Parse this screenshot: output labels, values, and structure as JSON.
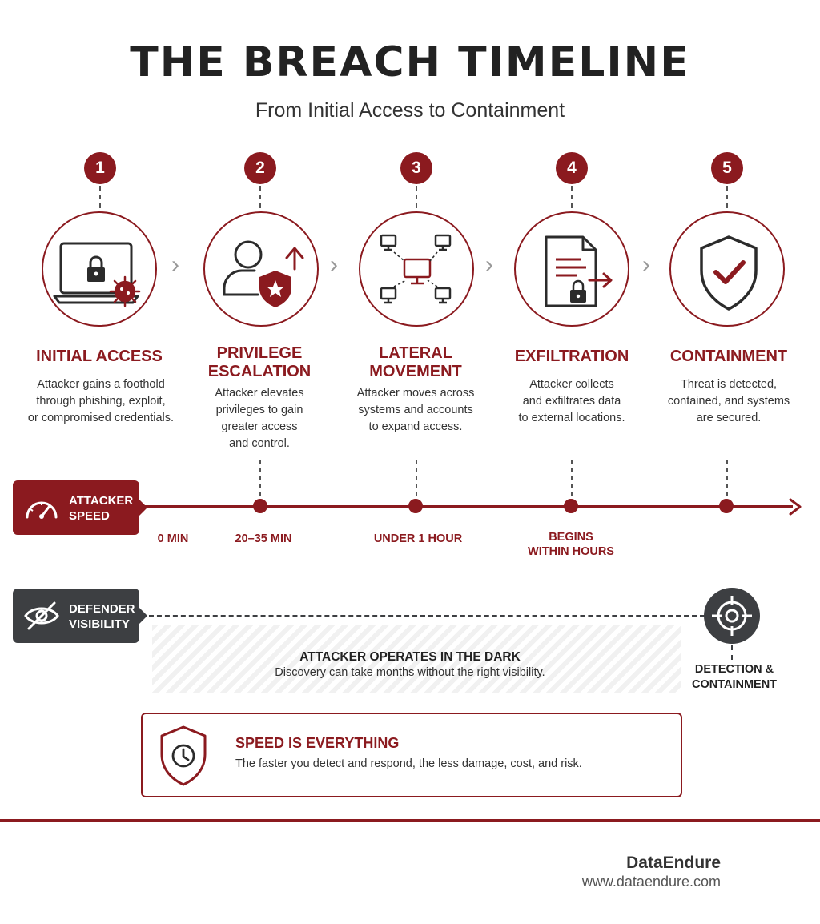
{
  "header": {
    "title": "THE BREACH TIMELINE",
    "subtitle": "From Initial Access to Containment"
  },
  "steps": [
    {
      "number": "1",
      "title": "INITIAL ACCESS",
      "desc": [
        "Attacker gains a foothold",
        "through phishing, exploit,",
        "or compromised credentials."
      ],
      "icon": "laptop-lock-virus-icon"
    },
    {
      "number": "2",
      "title": [
        "PRIVILEGE",
        "ESCALATION"
      ],
      "desc": [
        "Attacker elevates",
        "privileges to gain",
        "greater access",
        "and control."
      ],
      "icon": "user-shield-escalate-icon"
    },
    {
      "number": "3",
      "title": [
        "LATERAL",
        "MOVEMENT"
      ],
      "desc": [
        "Attacker moves across",
        "systems and accounts",
        "to expand access."
      ],
      "icon": "network-computers-icon"
    },
    {
      "number": "4",
      "title": "EXFILTRATION",
      "desc": [
        "Attacker collects",
        "and exfiltrates data",
        "to external locations."
      ],
      "icon": "document-lock-exfil-icon"
    },
    {
      "number": "5",
      "title": "CONTAINMENT",
      "desc": [
        "Threat is detected,",
        "contained, and systems",
        "are secured."
      ],
      "icon": "shield-check-icon"
    }
  ],
  "attacker": {
    "label": [
      "ATTACKER",
      "SPEED"
    ],
    "icon": "speedometer-icon",
    "times": [
      "0 MIN",
      "20–35 MIN",
      "UNDER 1 HOUR",
      [
        "BEGINS",
        "WITHIN HOURS"
      ]
    ]
  },
  "defender": {
    "label": [
      "DEFENDER",
      "VISIBILITY"
    ],
    "icon": "eye-slash-icon",
    "dark_title": "ATTACKER OPERATES IN THE DARK",
    "dark_desc": "Discovery can take months without the right visibility.",
    "detect_icon": "crosshair-target-icon",
    "detect_label": [
      "DETECTION &",
      "CONTAINMENT"
    ]
  },
  "callout": {
    "icon": "shield-clock-icon",
    "title": "SPEED IS EVERYTHING",
    "text": "The faster you detect and respond, the less damage, cost, and risk."
  },
  "footer": {
    "brand": "DataEndure",
    "url": "www.dataendure.com"
  },
  "colors": {
    "accent": "#8b1a1f",
    "dark": "#3d3f42",
    "text": "#2b2b2b"
  }
}
